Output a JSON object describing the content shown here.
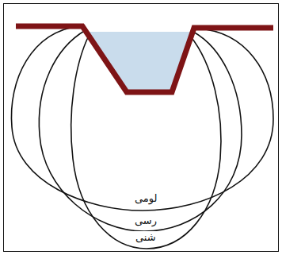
{
  "diagram": {
    "labels": [
      "لومی",
      "رسی",
      "شنی"
    ]
  }
}
